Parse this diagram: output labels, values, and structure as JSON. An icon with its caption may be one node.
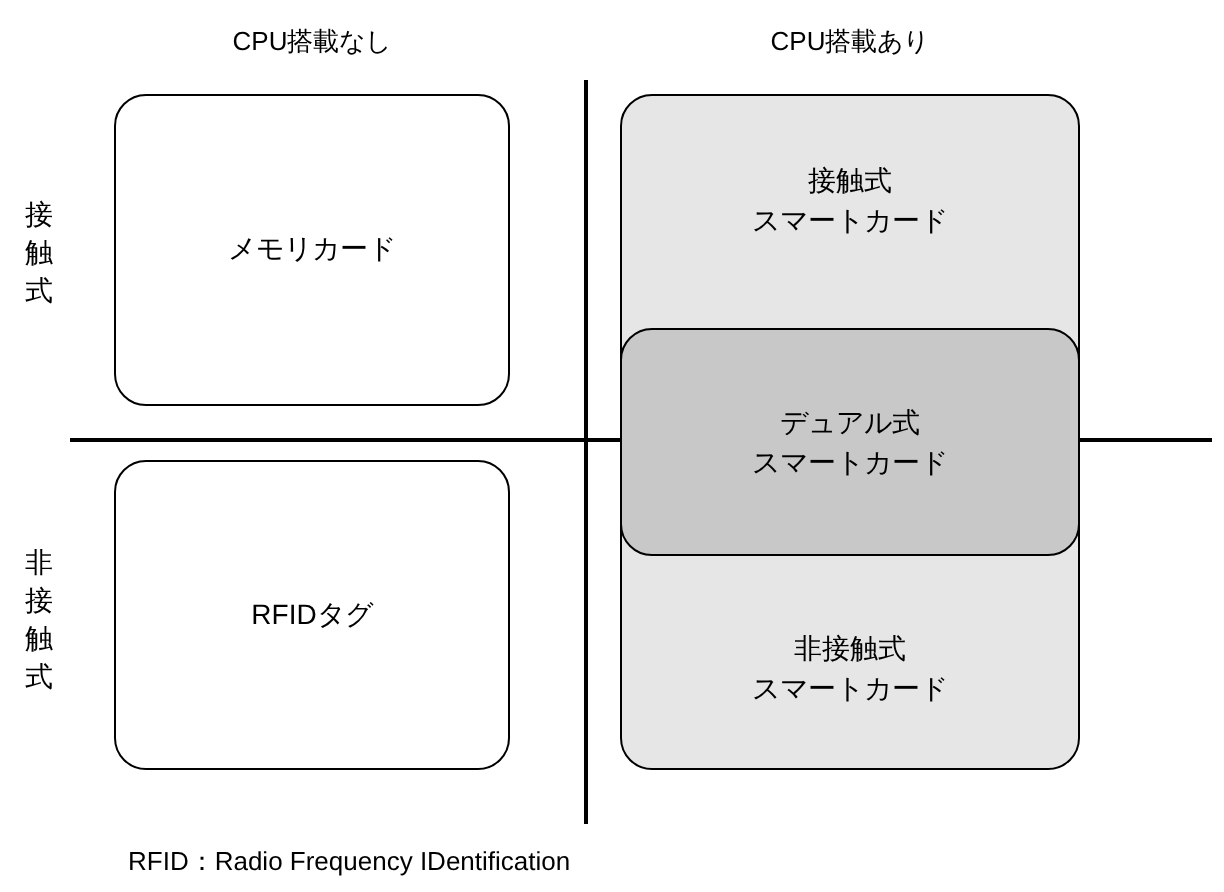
{
  "diagram": {
    "caption": "RFID：Radio Frequency IDentification",
    "nodes": [
      {
        "text": [
          "メモリカード"
        ]
      },
      {
        "text": [
          "RFIDタグ"
        ]
      },
      {
        "text": [
          "接触式スマートカード",
          "非接触式スマートカード"
        ]
      },
      {
        "text": [
          "デュアル式スマートカード"
        ],
        "in": 2
      }
    ],
    "edges": [],
    "labels": [
      "CPU搭載なし",
      "CPU搭載あり",
      "接触式",
      "非接触式"
    ]
  }
}
